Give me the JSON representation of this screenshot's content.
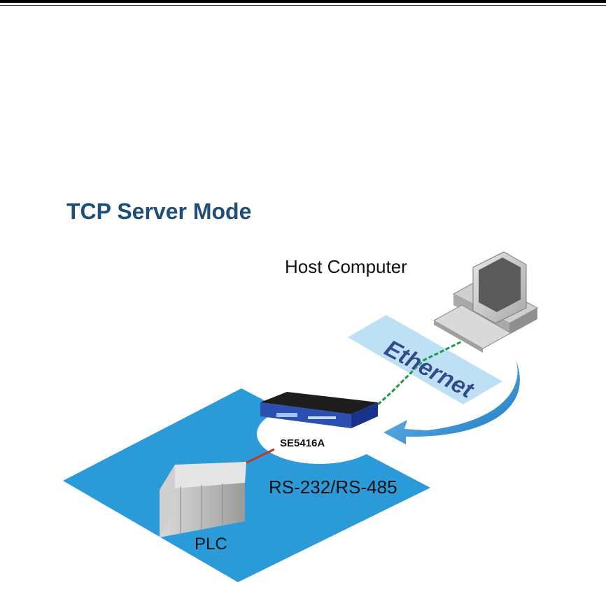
{
  "title": "TCP Server Mode",
  "labels": {
    "host": "Host Computer",
    "network": "Ethernet",
    "device_model": "SE5416A",
    "serial": "RS-232/RS-485",
    "plc": "PLC"
  },
  "colors": {
    "title": "#1f4e79",
    "floor": "#2b9ad8",
    "network_band": "#bde0f5",
    "arrow": "#2b8fd0",
    "ethernet_cable": "#1f9a3c",
    "serial_cable": "#c0392b"
  }
}
